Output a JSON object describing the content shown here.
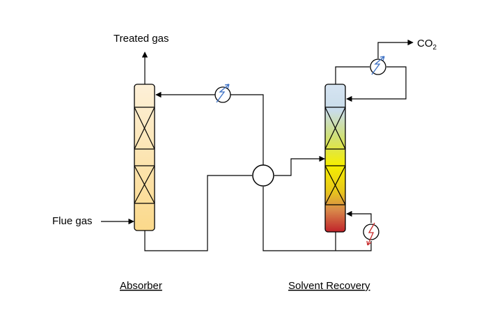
{
  "labels": {
    "treated_gas": "Treated gas",
    "co2_main": "CO",
    "co2_sub": "2",
    "flue_gas": "Flue gas",
    "absorber": "Absorber",
    "solvent_recovery": "Solvent Recovery"
  },
  "colors": {
    "absorber_top": "#fdf0d8",
    "absorber_bottom": "#fbd98b",
    "recovery_top": "#d6e4f2",
    "recovery_mid": "#f6ee00",
    "recovery_bottom": "#c0232b",
    "cooler": "#3a6fc4",
    "heater": "#c62828"
  }
}
